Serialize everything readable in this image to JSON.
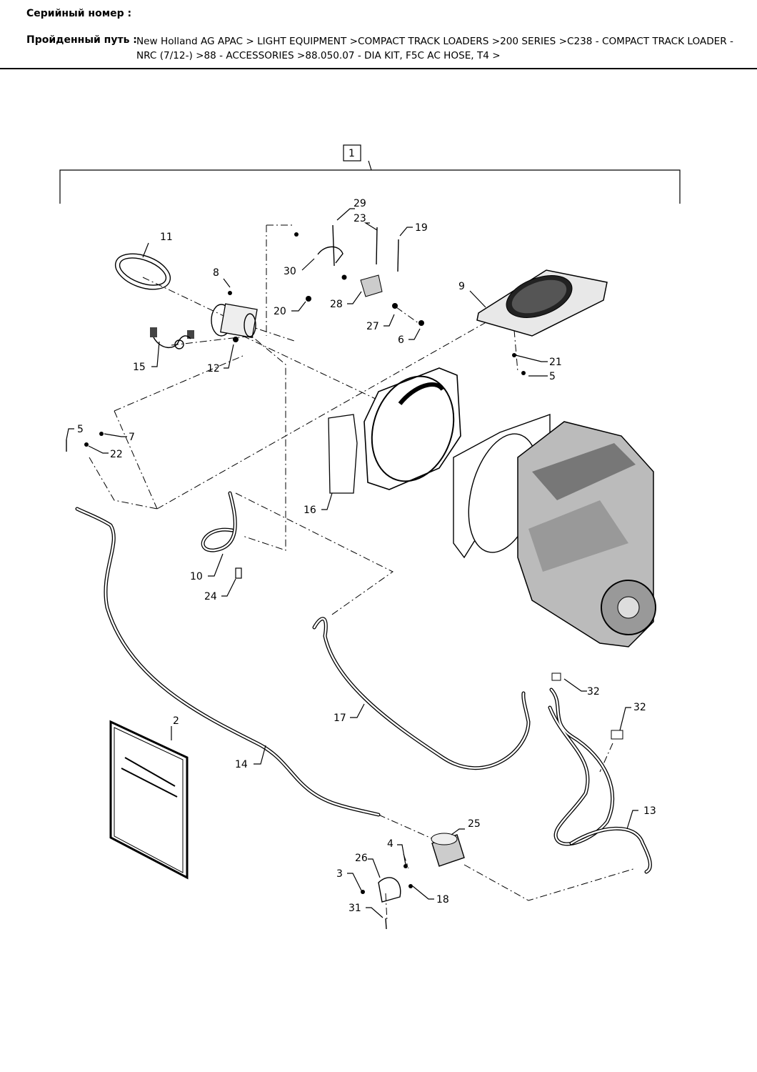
{
  "header": {
    "serial_label": "Серийный номер :",
    "path_label": "Пройденный путь :",
    "path_line1": "New Holland AG APAC > LIGHT EQUIPMENT >COMPACT TRACK LOADERS >200 SERIES >C238 - COMPACT TRACK LOADER -",
    "path_line2": "NRC (7/12-) >88 - ACCESSORIES >88.050.07 - DIA KIT, F5C AC HOSE, T4 >"
  },
  "diagram": {
    "group_ref": "1",
    "callouts": {
      "c2": "2",
      "c3": "3",
      "c4": "4",
      "c5a": "5",
      "c5b": "5",
      "c6": "6",
      "c7": "7",
      "c8": "8",
      "c9": "9",
      "c10": "10",
      "c11": "11",
      "c12": "12",
      "c13": "13",
      "c14": "14",
      "c15": "15",
      "c16": "16",
      "c17": "17",
      "c18": "18",
      "c19": "19",
      "c20": "20",
      "c21": "21",
      "c22": "22",
      "c23": "23",
      "c24": "24",
      "c25": "25",
      "c26": "26",
      "c27": "27",
      "c28": "28",
      "c29": "29",
      "c30": "30",
      "c31": "31",
      "c32a": "32",
      "c32b": "32"
    },
    "icons": {
      "manual": "instruction-booklet",
      "compressor": "ac-compressor",
      "condenser": "condenser-fan",
      "shroud": "fan-shroud",
      "engine": "engine-block",
      "drier": "receiver-drier"
    }
  }
}
